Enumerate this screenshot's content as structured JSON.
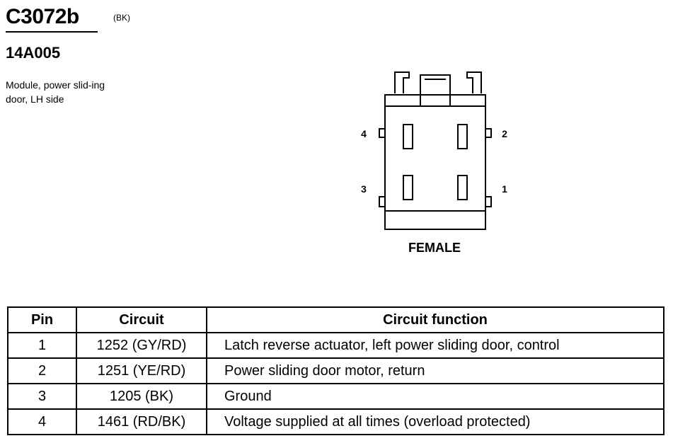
{
  "header": {
    "connector_id": "C3072b",
    "color_code": "(BK)",
    "part_number": "14A005",
    "description": "Module, power slid-ing door, LH side"
  },
  "diagram": {
    "gender_label": "FEMALE",
    "pin_labels": [
      "4",
      "2",
      "3",
      "1"
    ]
  },
  "table": {
    "headers": [
      "Pin",
      "Circuit",
      "Circuit function"
    ],
    "rows": [
      {
        "pin": "1",
        "circuit": "1252 (GY/RD)",
        "function": "Latch reverse actuator, left power sliding door, control"
      },
      {
        "pin": "2",
        "circuit": "1251 (YE/RD)",
        "function": "Power sliding door motor, return"
      },
      {
        "pin": "3",
        "circuit": "1205 (BK)",
        "function": "Ground"
      },
      {
        "pin": "4",
        "circuit": "1461 (RD/BK)",
        "function": "Voltage supplied at all times (overload protected)"
      }
    ]
  }
}
